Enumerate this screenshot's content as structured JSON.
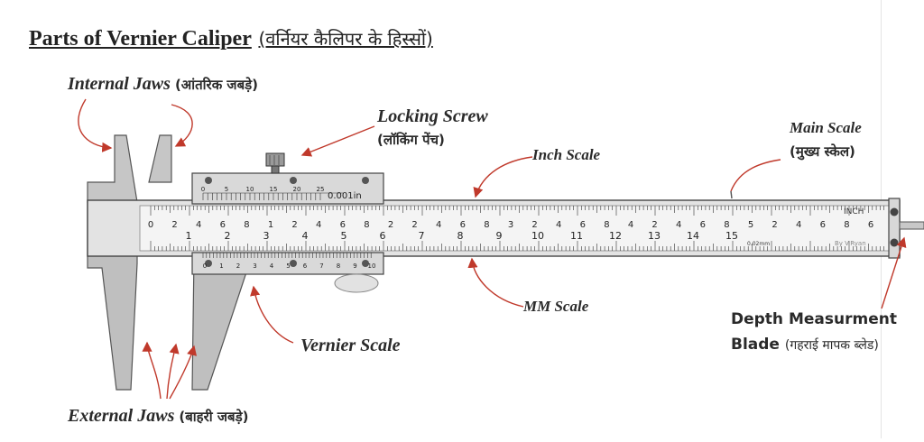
{
  "title": {
    "english": "Parts of Vernier Caliper",
    "hindi": "(वर्नियर कैलिपर के हिस्सों)"
  },
  "labels": {
    "internal_jaws": {
      "en": "Internal  Jaws",
      "hi": "(आंतरिक जबड़े)"
    },
    "locking_screw": {
      "en": "Locking Screw",
      "hi": "(लॉकिंग पेंच)"
    },
    "inch_scale": "Inch Scale",
    "main_scale": {
      "en": "Main Scale",
      "hi": "(मुख्य स्केल)"
    },
    "mm_scale": "MM Scale",
    "vernier_scale": "Vernier Scale",
    "depth_blade": {
      "en1": "Depth Measurment",
      "en2": "Blade",
      "hi": "(गहराई मापक ब्लेड)"
    },
    "external_jaws": {
      "en": "External  Jaws",
      "hi": "(बाहरी जबड़े)"
    }
  },
  "caliper": {
    "vernier_top_numbers": [
      "0",
      "5",
      "10",
      "15",
      "20",
      "25"
    ],
    "vernier_resolution": "0.001in",
    "inch_marker": "INCH",
    "inch_numbers": [
      "0",
      "2",
      "4",
      "6",
      "8",
      "1",
      "2",
      "4",
      "6",
      "8",
      "2",
      "2",
      "4",
      "6",
      "8",
      "3",
      "2",
      "4",
      "6",
      "8",
      "4",
      "2",
      "4",
      "6",
      "8",
      "5",
      "2",
      "4",
      "6",
      "8",
      "6"
    ],
    "mm_numbers": [
      "1",
      "2",
      "3",
      "4",
      "5",
      "6",
      "7",
      "8",
      "9",
      "10",
      "11",
      "12",
      "13",
      "14",
      "15"
    ],
    "mm_resolution": "0.02mm",
    "vernier_bottom_numbers": [
      "0",
      "1",
      "2",
      "3",
      "4",
      "5",
      "6",
      "7",
      "8",
      "9",
      "10"
    ],
    "credit": "By V.Ryan"
  }
}
